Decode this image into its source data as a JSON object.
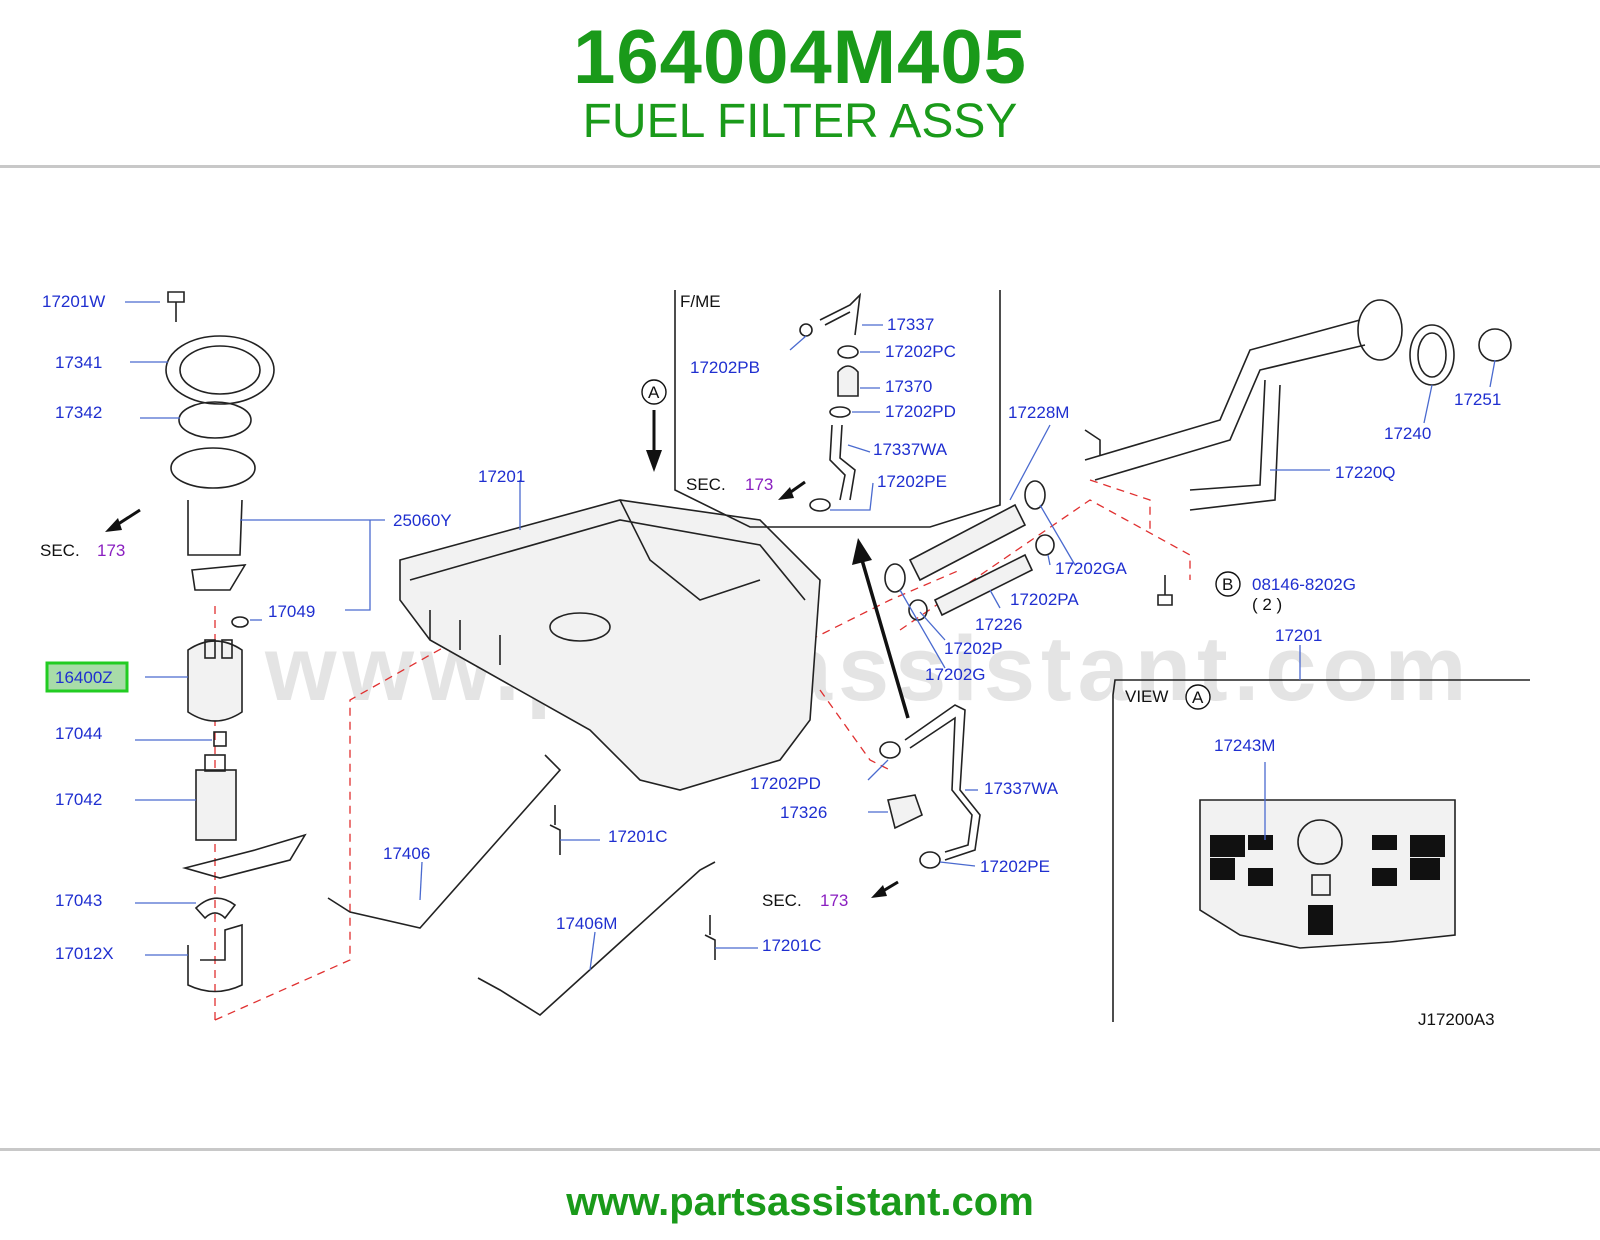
{
  "header": {
    "part_number": "164004M405",
    "part_name": "FUEL FILTER ASSY"
  },
  "footer": {
    "url": "www.partsassistant.com"
  },
  "diagram": {
    "watermark": "www.partsassistant.com",
    "labels": {
      "l17201W": "17201W",
      "l17341": "17341",
      "l17342": "17342",
      "l25060Y": "25060Y",
      "l17049": "17049",
      "l16400Z": "16400Z",
      "l17044": "17044",
      "l17042": "17042",
      "l17043": "17043",
      "l17012X": "17012X",
      "l17201": "17201",
      "l17406": "17406",
      "l17406M": "17406M",
      "l17201C_a": "17201C",
      "l17201C_b": "17201C",
      "l17337": "17337",
      "l17202PB": "17202PB",
      "l17202PC": "17202PC",
      "l17370": "17370",
      "l17202PD_a": "17202PD",
      "l17337WA_a": "17337WA",
      "l17202PE_a": "17202PE",
      "l17228M": "17228M",
      "l17202GA": "17202GA",
      "l17202PA": "17202PA",
      "l17226": "17226",
      "l17202P": "17202P",
      "l17202G": "17202G",
      "l17202PD_b": "17202PD",
      "l17326": "17326",
      "l17337WA_b": "17337WA",
      "l17202PE_b": "17202PE",
      "l17220Q": "17220Q",
      "l17240": "17240",
      "l17251": "17251",
      "l08146": "08146-8202G",
      "l2": "( 2 )",
      "l17201_b": "17201",
      "l17243M": "17243M",
      "ref_code": "J17200A3"
    },
    "text": {
      "fme": "F/ME",
      "sec": "SEC.",
      "view": "VIEW",
      "circle_a": "A",
      "circle_b": "B"
    },
    "sec_number": "173",
    "highlighted_part": "16400Z",
    "colors": {
      "label": "#1f2fd0",
      "section_ref": "#8a1fc0",
      "highlight": "#22cc22",
      "brand": "#1a9a1a"
    }
  }
}
